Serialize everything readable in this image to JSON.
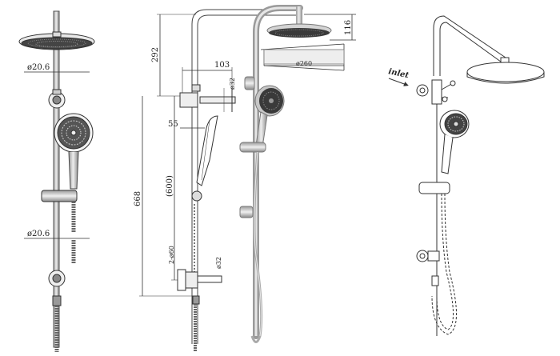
{
  "front_view": {
    "dia_upper": "ø20.6",
    "dia_lower": "ø20.6"
  },
  "side_view": {
    "height_292": "292",
    "width_103": "103",
    "dia_32_upper": "ø32",
    "offset_55": "55",
    "height_668": "668",
    "height_600": "(600)",
    "bracket_dia": "2-ø60",
    "dia_32_lower": "ø32"
  },
  "product_view": {
    "head_height": "116",
    "head_dia": "ø260"
  },
  "iso_view": {
    "inlet_label": "inlet"
  },
  "colors": {
    "line": "#333333",
    "chrome": "#c8c8c8",
    "chrome_dark": "#7a7a7a",
    "face": "#3a3a3a"
  }
}
